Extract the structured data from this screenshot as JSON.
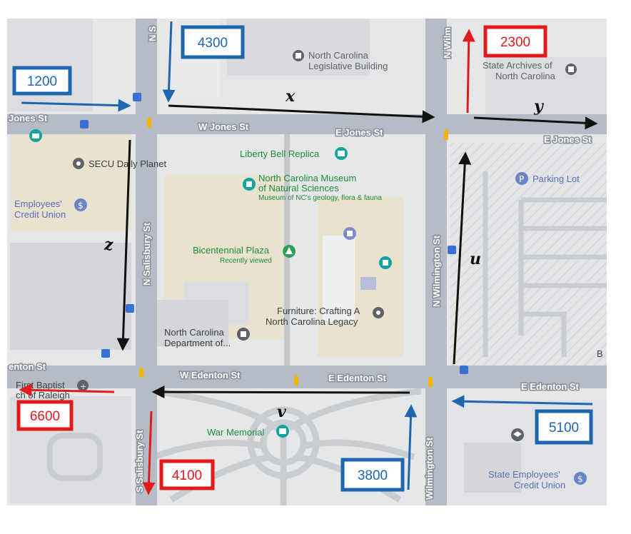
{
  "colors": {
    "inflow": "#1f66b0",
    "outflow": "#e21b1b",
    "internal": "#111111"
  },
  "streets": {
    "w_jones": "W Jones St",
    "e_jones": "E Jones St",
    "e_jones_right": "E Jones St",
    "jones_left": "Jones St",
    "w_edenton": "W Edenton St",
    "e_edenton": "E Edenton St",
    "e_edenton_right": "E Edenton St",
    "edenton_left": "enton St",
    "n_salisbury": "N Salisbury St",
    "n_salisbury_top": "N S",
    "s_salisbury": "S Salisbury St",
    "n_wilmington": "N Wilmington St",
    "n_wilmington_top": "N Wilm",
    "wilmington_bottom": "Wilmington St"
  },
  "places": {
    "legislative_1": "North Carolina",
    "legislative_2": "Legislative Building",
    "archives_1": "State Archives of",
    "archives_2": "North Carolina",
    "secu_planet": "SECU Daily Planet",
    "employees_cu_1": "Employees'",
    "employees_cu_2": "Credit Union",
    "liberty_bell": "Liberty Bell Replica",
    "museum_1": "North Carolina Museum",
    "museum_2": "of Natural Sciences",
    "museum_3": "Museum of NC's geology, flora & fauna",
    "parking": "Parking Lot",
    "bicentennial_1": "Bicentennial Plaza",
    "bicentennial_2": "Recently viewed",
    "furniture_1": "Furniture: Crafting A",
    "furniture_2": "North Carolina Legacy",
    "dept_1": "North Carolina",
    "dept_2": "Department of...",
    "first_baptist_1": "First Baptist",
    "first_baptist_2": "ch of Raleigh",
    "war_memorial": "War Memorial",
    "state_emp_cu_1": "State Employees'",
    "state_emp_cu_2": "Credit Union",
    "edge_b": "B"
  },
  "flows": {
    "in_west": "1200",
    "in_north": "4300",
    "out_north": "2300",
    "in_east": "5100",
    "in_south": "3800",
    "out_south": "4100",
    "out_west": "6600"
  },
  "variables": {
    "x": "x",
    "y": "y",
    "z": "z",
    "u": "u",
    "v": "v"
  }
}
